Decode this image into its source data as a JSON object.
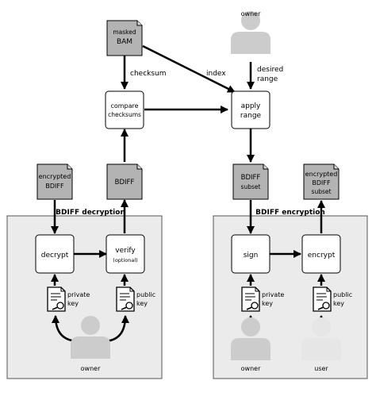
{
  "nodes": {
    "masked_bam": {
      "line1": "masked",
      "line2": "BAM"
    },
    "compare": {
      "line1": "compare",
      "line2": "checksums"
    },
    "bdiff": {
      "label": "BDIFF"
    },
    "apply_range": {
      "line1": "apply",
      "line2": "range"
    },
    "bdiff_subset": {
      "line1": "BDIFF",
      "line2": "subset"
    },
    "encrypted_bdiff_left": {
      "line1": "encrypted",
      "line2": "BDIFF"
    },
    "encrypted_bdiff_subset": {
      "line1": "encrypted",
      "line2": "BDIFF",
      "line3": "subset"
    },
    "decrypt": {
      "label": "decrypt"
    },
    "verify": {
      "line1": "verify",
      "line2": "(optional)"
    },
    "sign": {
      "label": "sign"
    },
    "encrypt": {
      "label": "encrypt"
    }
  },
  "edge_labels": {
    "checksum": "checksum",
    "index": "index",
    "desired_range": {
      "line1": "desired",
      "line2": "range"
    }
  },
  "panels": {
    "decryption": "BDIFF decryption",
    "encryption": "BDIFF encryption"
  },
  "keys": {
    "private_left": {
      "line1": "private",
      "line2": "key"
    },
    "public_left": {
      "line1": "public",
      "line2": "key"
    },
    "private_right": {
      "line1": "private",
      "line2": "key"
    },
    "public_right": {
      "line1": "public",
      "line2": "key"
    }
  },
  "actors": {
    "owner_top": "owner",
    "owner_bottom_left": "owner",
    "owner_bottom_right": "owner",
    "user": "user"
  },
  "colors": {
    "document_fill": "#b3b3b3",
    "panel_fill": "#ebebeb",
    "person_fill": "#cccccc",
    "person_light_fill": "#e6e6e6"
  }
}
